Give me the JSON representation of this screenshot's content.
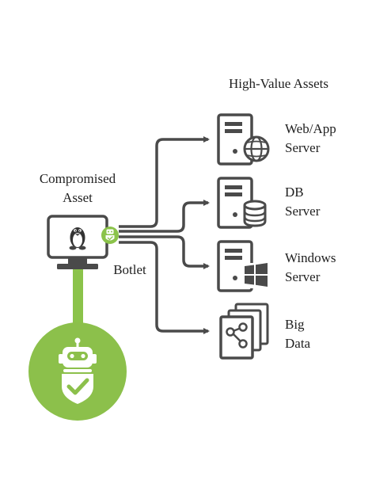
{
  "header": {
    "title": "High-Value Assets"
  },
  "source": {
    "label_line1": "Compromised",
    "label_line2": "Asset",
    "agent_label": "Botlet"
  },
  "targets": [
    {
      "icon": "web-app-server-icon",
      "line1": "Web/App",
      "line2": "Server"
    },
    {
      "icon": "db-server-icon",
      "line1": "DB",
      "line2": "Server"
    },
    {
      "icon": "windows-server-icon",
      "line1": "Windows",
      "line2": "Server"
    },
    {
      "icon": "big-data-icon",
      "line1": "Big",
      "line2": "Data"
    }
  ],
  "icons": {
    "monitor": "linux-monitor-icon",
    "botlet": "botlet-icon",
    "defender": "robot-shield-icon"
  },
  "colors": {
    "stroke": "#4a4a4a",
    "accent_green": "#8bc34a",
    "defender_green": "#8cc04b",
    "text": "#1f1f1f",
    "background": "#ffffff"
  }
}
